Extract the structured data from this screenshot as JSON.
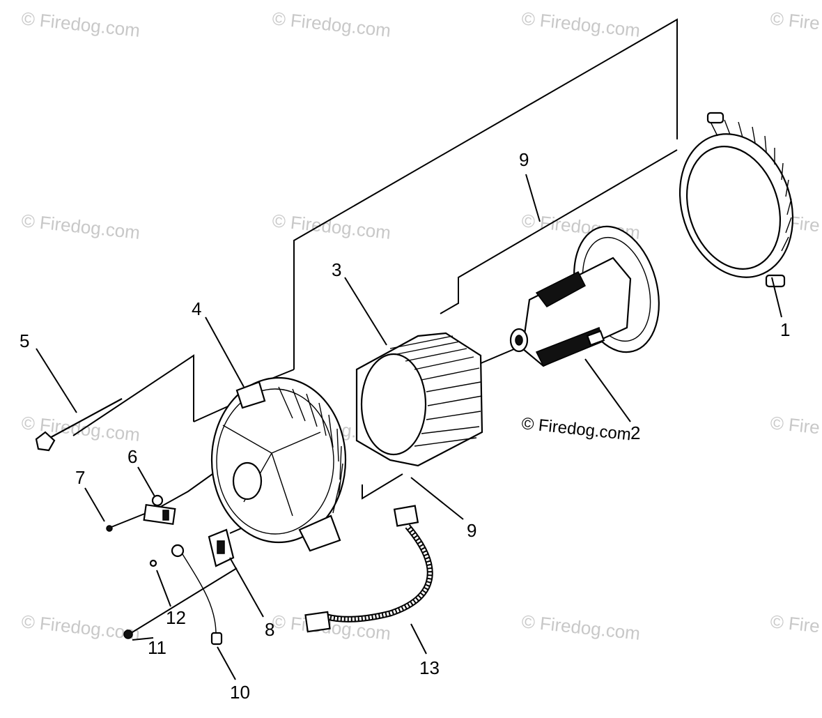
{
  "diagram": {
    "callouts": {
      "c1": "1",
      "c2": "2",
      "c3": "3",
      "c4": "4",
      "c5": "5",
      "c6": "6",
      "c7": "7",
      "c8": "8",
      "c9a": "9",
      "c9b": "9",
      "c10": "10",
      "c11": "11",
      "c12": "12",
      "c13": "13"
    },
    "credit": "© Firedog.com",
    "watermark": "© Firedog.com",
    "watermark_partial": "© Fire"
  }
}
